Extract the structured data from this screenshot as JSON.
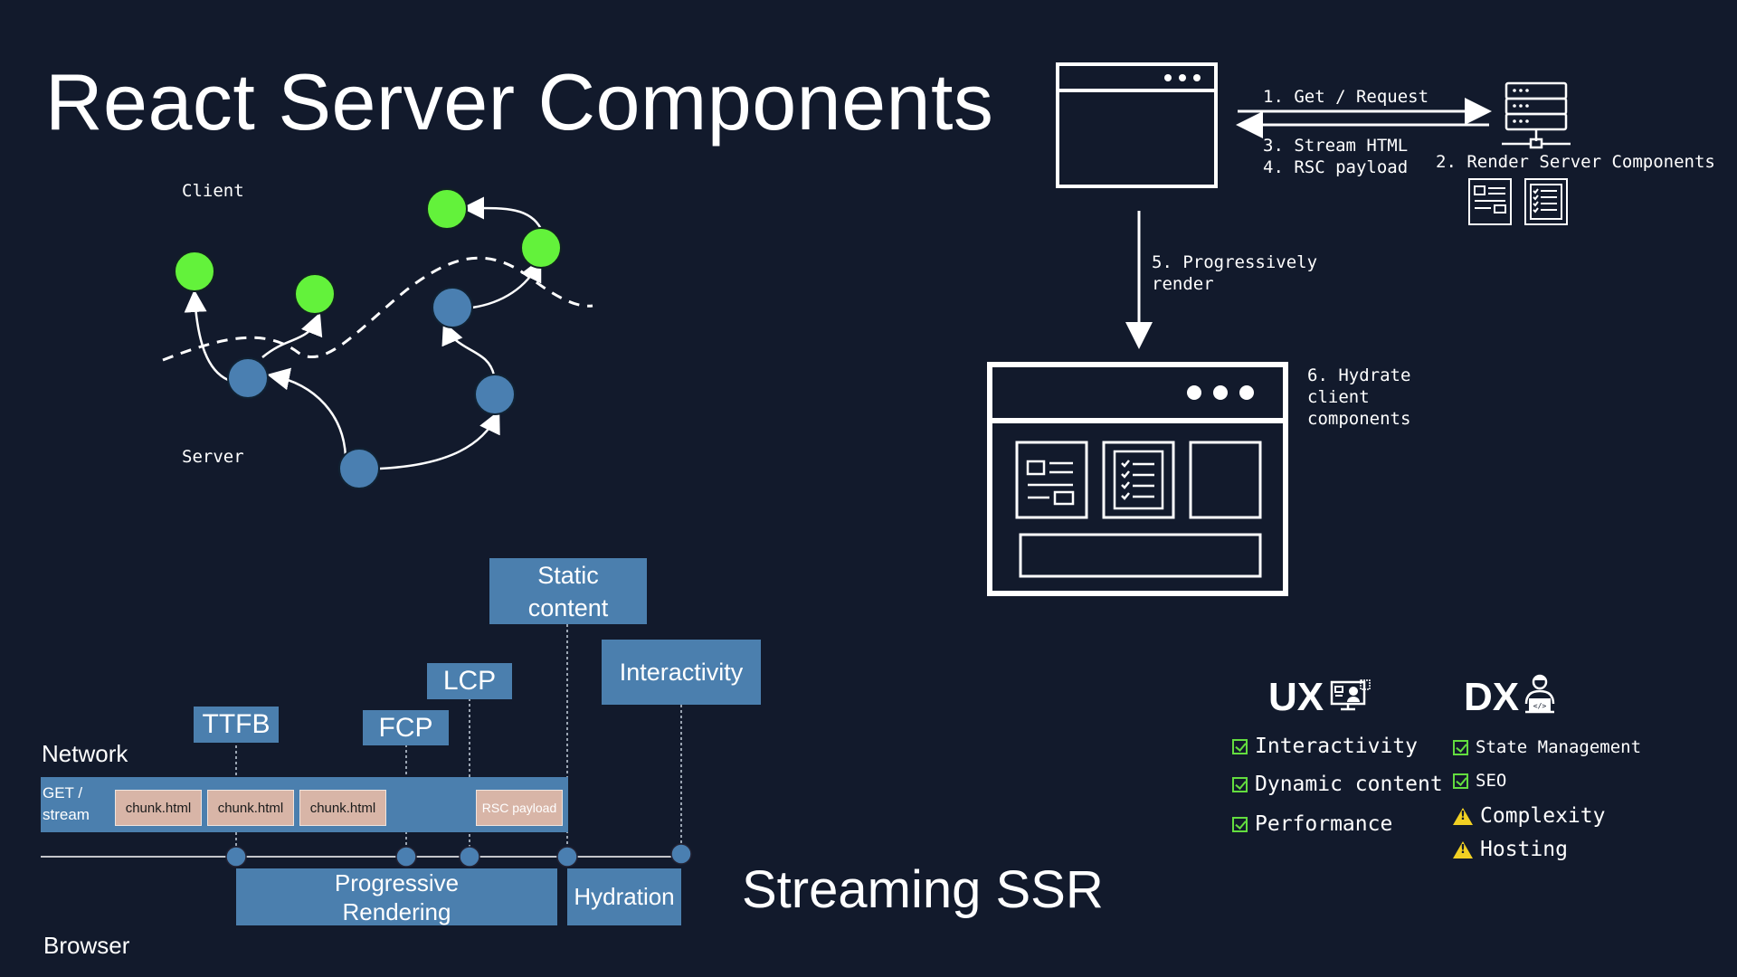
{
  "title": "React Server Components",
  "flow_graph": {
    "client_label": "Client",
    "server_label": "Server"
  },
  "request_diagram": {
    "step1": "1. Get / Request",
    "step3": "3. Stream HTML",
    "step4": "4. RSC payload",
    "step2": "2. Render Server Components",
    "step5_line1": "5. Progressively",
    "step5_line2": "render",
    "step6_line1": "6. Hydrate",
    "step6_line2": "client",
    "step6_line3": "components"
  },
  "timeline": {
    "network_label": "Network",
    "browser_label": "Browser",
    "get_stream_line1": "GET /",
    "get_stream_line2": "stream",
    "chunks": [
      "chunk.html",
      "chunk.html",
      "chunk.html"
    ],
    "rsc_payload": "RSC payload",
    "milestones": {
      "ttfb": "TTFB",
      "fcp": "FCP",
      "lcp": "LCP",
      "static_line1": "Static",
      "static_line2": "content",
      "interactivity": "Interactivity"
    },
    "progressive_line1": "Progressive",
    "progressive_line2": "Rendering",
    "hydration": "Hydration"
  },
  "streaming_ssr": "Streaming SSR",
  "ux": {
    "heading": "UX",
    "items": [
      "Interactivity",
      "Dynamic content",
      "Performance"
    ]
  },
  "dx": {
    "heading": "DX",
    "checked": [
      "State Management",
      "SEO"
    ],
    "warnings": [
      "Complexity",
      "Hosting"
    ]
  },
  "colors": {
    "background": "#121a2c",
    "client_node": "#63f23b",
    "server_node": "#4a7fb1",
    "box_blue": "#4b7fae",
    "chunk": "#d8b5a7",
    "check": "#63dd3f",
    "warning": "#f1d023"
  }
}
